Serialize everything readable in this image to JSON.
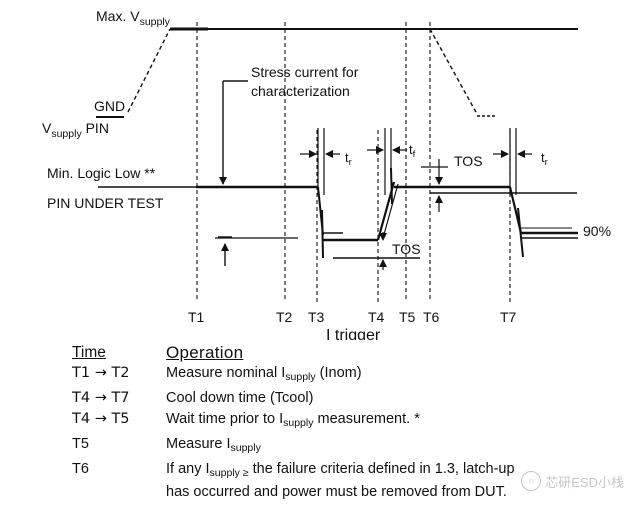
{
  "labels": {
    "max_vsupply": "Max. V",
    "max_vsupply_sub": "supply",
    "gnd": "GND",
    "vsupply_pin": "V",
    "vsupply_pin_sub": "supply",
    "vsupply_pin_suffix": " PIN",
    "stress_line1": "Stress current for",
    "stress_line2": "characterization",
    "min_logic_low": "Min. Logic Low **",
    "pin_under_test": "PIN UNDER TEST",
    "tr_left": "t",
    "tr_left_sub": "r",
    "tf": "t",
    "tf_sub": "f",
    "tos_upper": "TOS",
    "tos_lower": "TOS",
    "tr_right": "t",
    "tr_right_sub": "r",
    "ninety": "90%",
    "i_trigger": "I trigger"
  },
  "time_markers": [
    "T1",
    "T2",
    "T3",
    "T4",
    "T5",
    "T6",
    "T7"
  ],
  "legend": {
    "header_time": "Time",
    "header_operation": "Operation",
    "rows": [
      {
        "time": "T1 → T2",
        "op_prefix": "Measure nominal I",
        "op_sub": "supply",
        "op_suffix": " (Inom)"
      },
      {
        "time": "T4 → T7",
        "op_prefix": "Cool down time (Tcool)",
        "op_sub": "",
        "op_suffix": ""
      },
      {
        "time": "T4 → T5",
        "op_prefix": "Wait time prior to I",
        "op_sub": "supply",
        "op_suffix": " measurement. *"
      },
      {
        "time": "T5",
        "op_prefix": "Measure I",
        "op_sub": "supply",
        "op_suffix": ""
      },
      {
        "time": "T6",
        "op_prefix": "If any I",
        "op_sub": "supply ≥",
        "op_suffix": " the failure criteria defined in 1.3, latch-up"
      }
    ],
    "continuation": "has occurred and power must be removed from DUT."
  },
  "watermark": "芯研ESD小栈"
}
